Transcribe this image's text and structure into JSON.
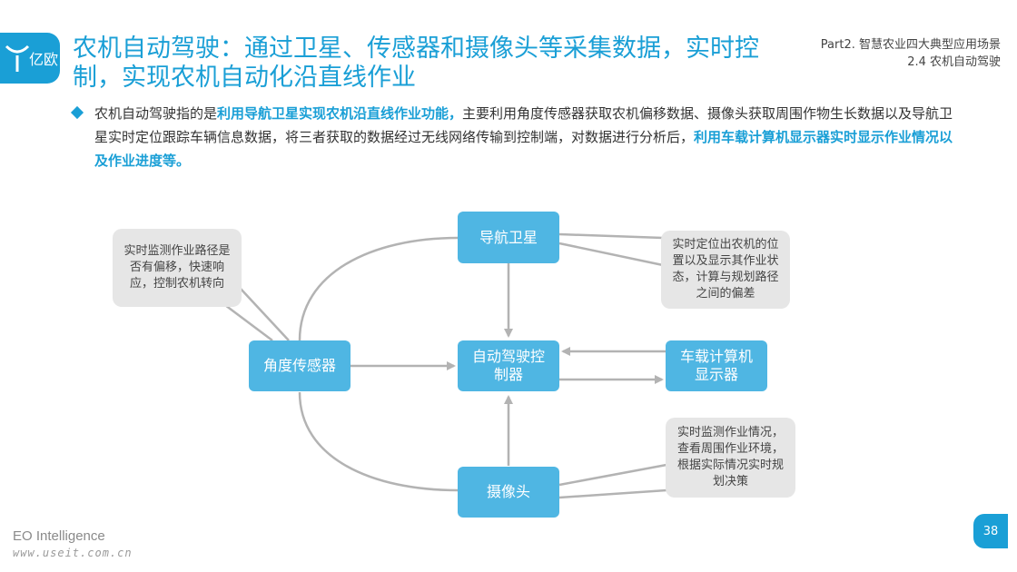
{
  "logo": {
    "text": "亿欧",
    "icon": "y-logo-icon"
  },
  "title": "农机自动驾驶：通过卫星、传感器和摄像头等采集数据，实时控制，实现农机自动化沿直线作业",
  "part_label": {
    "line1": "Part2. 智慧农业四大典型应用场景",
    "line2": "2.4 农机自动驾驶"
  },
  "description": {
    "t1": "农机自动驾驶指的是",
    "h1": "利用导航卫星实现农机沿直线作业功能，",
    "t2": "主要利用角度传感器获取农机偏移数据、摄像头获取周围作物生长数据以及导航卫星实时定位跟踪车辆信息数据，将三者获取的数据经过无线网络传输到控制端，对数据进行分析后，",
    "h2": "利用车载计算机显示器实时显示作业情况以及作业进度等。"
  },
  "nodes": {
    "satellite": "导航卫星",
    "sensor": "角度传感器",
    "controller": "自动驾驶控制器",
    "computer": "车载计算机显示器",
    "camera": "摄像头"
  },
  "notes": {
    "sensor": "实时监测作业路径是否有偏移，快速响应，控制农机转向",
    "satellite": "实时定位出农机的位置以及显示其作业状态，计算与规划路径之间的偏差",
    "camera": "实时监测作业情况，查看周围作业环境，根据实际情况实时规划决策"
  },
  "footer": {
    "brand": "EO Intelligence",
    "url": "www.useit.com.cn",
    "page": "38"
  },
  "colors": {
    "accent": "#1a9fd6",
    "node": "#4fb6e3",
    "note": "#e6e6e6",
    "line": "#b3b3b3"
  }
}
